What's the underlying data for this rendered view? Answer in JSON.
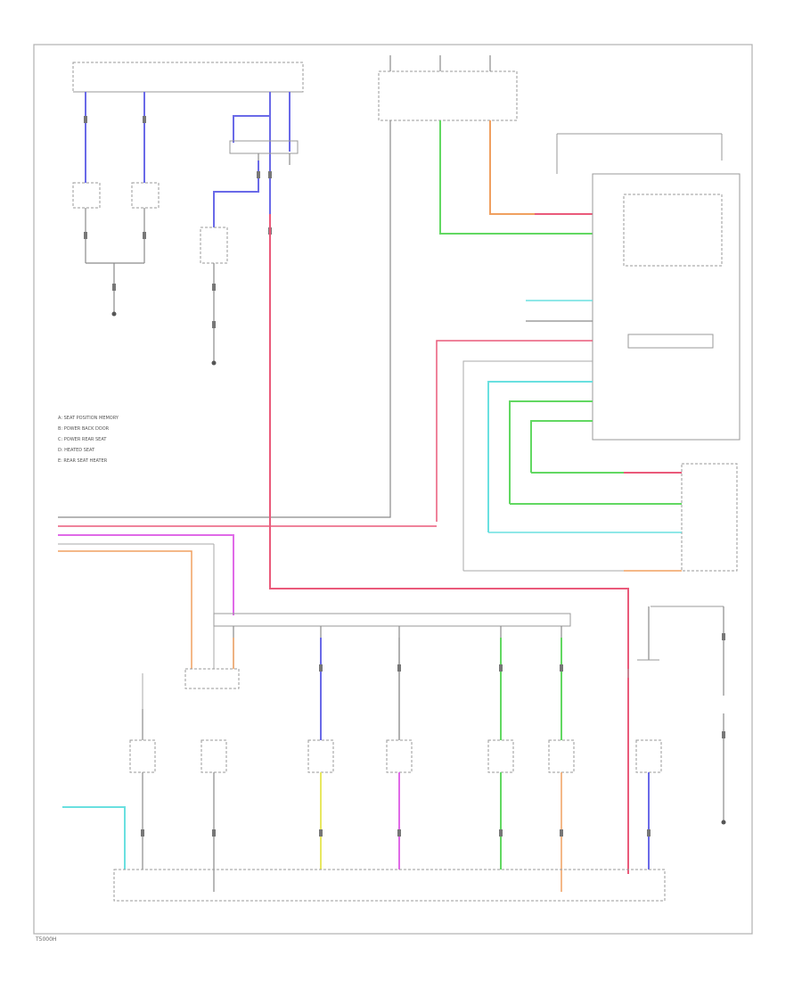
{
  "footer_code": "T5000H",
  "colors": {
    "blue": "#6a6ae8",
    "red": "#ea5a7a",
    "green": "#62d862",
    "orange": "#f0a060",
    "cyan": "#6ae0e0",
    "magenta": "#e06ae8",
    "yellow": "#e8e860",
    "gray": "#8a8a8a"
  },
  "legend": [
    "A: SEAT POSITION MEMORY",
    "B: POWER BACK DOOR",
    "C: POWER REAR SEAT",
    "D: HEATED SEAT",
    "E: REAR SEAT HEATER"
  ]
}
